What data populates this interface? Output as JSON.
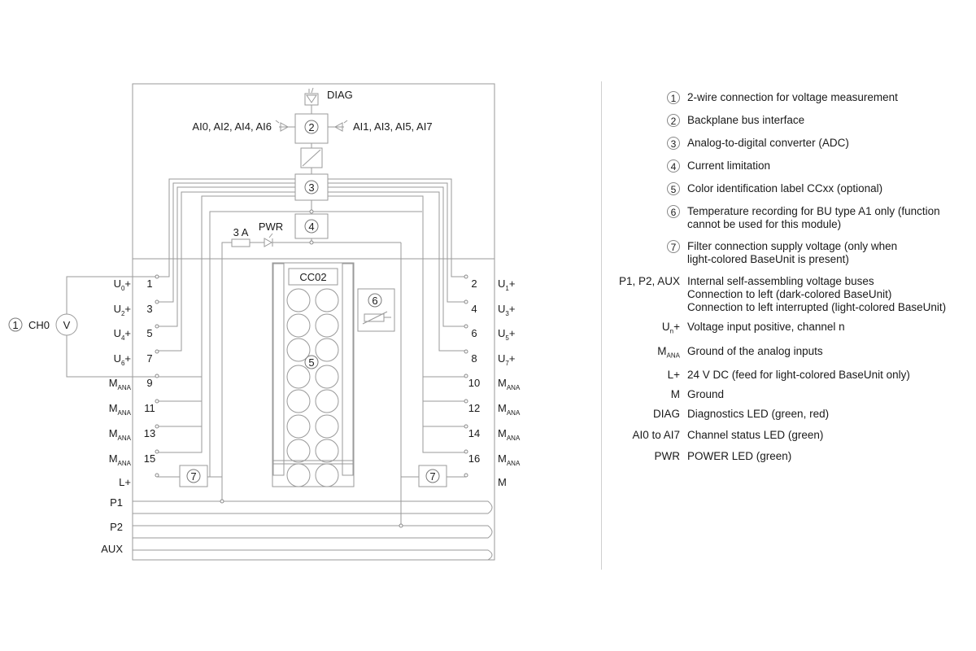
{
  "diagram": {
    "diag_label": "DIAG",
    "ai_left_label": "AI0, AI2, AI4, AI6",
    "ai_right_label": "AI1, AI3, AI5, AI7",
    "fuse_label": "3 A",
    "pwr_label": "PWR",
    "cc_label": "CC02",
    "ch0_label": "CH0",
    "voltmeter_label": "V",
    "callout_1": "1",
    "callout_2": "2",
    "callout_3": "3",
    "callout_4": "4",
    "callout_5": "5",
    "callout_6": "6",
    "callout_7": "7",
    "bus_labels": [
      "P1",
      "P2",
      "AUX"
    ],
    "left_terminals": [
      {
        "sym": "U",
        "sub": "0",
        "suf": "+",
        "num": "1"
      },
      {
        "sym": "U",
        "sub": "2",
        "suf": "+",
        "num": "3"
      },
      {
        "sym": "U",
        "sub": "4",
        "suf": "+",
        "num": "5"
      },
      {
        "sym": "U",
        "sub": "6",
        "suf": "+",
        "num": "7"
      },
      {
        "sym": "M",
        "sub": "ANA",
        "suf": "",
        "num": "9"
      },
      {
        "sym": "M",
        "sub": "ANA",
        "suf": "",
        "num": "11"
      },
      {
        "sym": "M",
        "sub": "ANA",
        "suf": "",
        "num": "13"
      },
      {
        "sym": "M",
        "sub": "ANA",
        "suf": "",
        "num": "15"
      },
      {
        "sym": "L+",
        "sub": "",
        "suf": "",
        "num": ""
      }
    ],
    "right_terminals": [
      {
        "sym": "U",
        "sub": "1",
        "suf": "+",
        "num": "2"
      },
      {
        "sym": "U",
        "sub": "3",
        "suf": "+",
        "num": "4"
      },
      {
        "sym": "U",
        "sub": "5",
        "suf": "+",
        "num": "6"
      },
      {
        "sym": "U",
        "sub": "7",
        "suf": "+",
        "num": "8"
      },
      {
        "sym": "M",
        "sub": "ANA",
        "suf": "",
        "num": "10"
      },
      {
        "sym": "M",
        "sub": "ANA",
        "suf": "",
        "num": "12"
      },
      {
        "sym": "M",
        "sub": "ANA",
        "suf": "",
        "num": "14"
      },
      {
        "sym": "M",
        "sub": "ANA",
        "suf": "",
        "num": "16"
      },
      {
        "sym": "M",
        "sub": "",
        "suf": "",
        "num": ""
      }
    ]
  },
  "legend": [
    {
      "key": "1",
      "circled": true,
      "text": "2-wire connection for voltage measurement"
    },
    {
      "key": "2",
      "circled": true,
      "text": "Backplane bus interface"
    },
    {
      "key": "3",
      "circled": true,
      "text": "Analog-to-digital converter (ADC)"
    },
    {
      "key": "4",
      "circled": true,
      "text": "Current limitation"
    },
    {
      "key": "5",
      "circled": true,
      "text": "Color identification label CCxx (optional)"
    },
    {
      "key": "6",
      "circled": true,
      "text": "Temperature recording for BU type A1 only (function\ncannot be used for this module)"
    },
    {
      "key": "7",
      "circled": true,
      "text": "Filter connection supply voltage (only when\nlight-colored BaseUnit is present)"
    },
    {
      "key": "P1, P2, AUX",
      "circled": false,
      "text": "Internal self-assembling voltage buses\nConnection to left (dark-colored BaseUnit)\nConnection to left interrupted (light-colored BaseUnit)"
    },
    {
      "key": "U",
      "key_sub": "n",
      "key_suf": "+",
      "circled": false,
      "text": "Voltage input positive, channel n"
    },
    {
      "key": "M",
      "key_sub": "ANA",
      "key_suf": "",
      "circled": false,
      "text": "Ground of the analog inputs"
    },
    {
      "key": "L+",
      "circled": false,
      "text": "24 V DC (feed for light-colored BaseUnit only)"
    },
    {
      "key": "M",
      "circled": false,
      "text": "Ground"
    },
    {
      "key": "DIAG",
      "circled": false,
      "text": "Diagnostics LED (green, red)"
    },
    {
      "key": "AI0 to AI7",
      "circled": false,
      "text": "Channel status LED (green)"
    },
    {
      "key": "PWR",
      "circled": false,
      "text": "POWER LED (green)"
    }
  ]
}
